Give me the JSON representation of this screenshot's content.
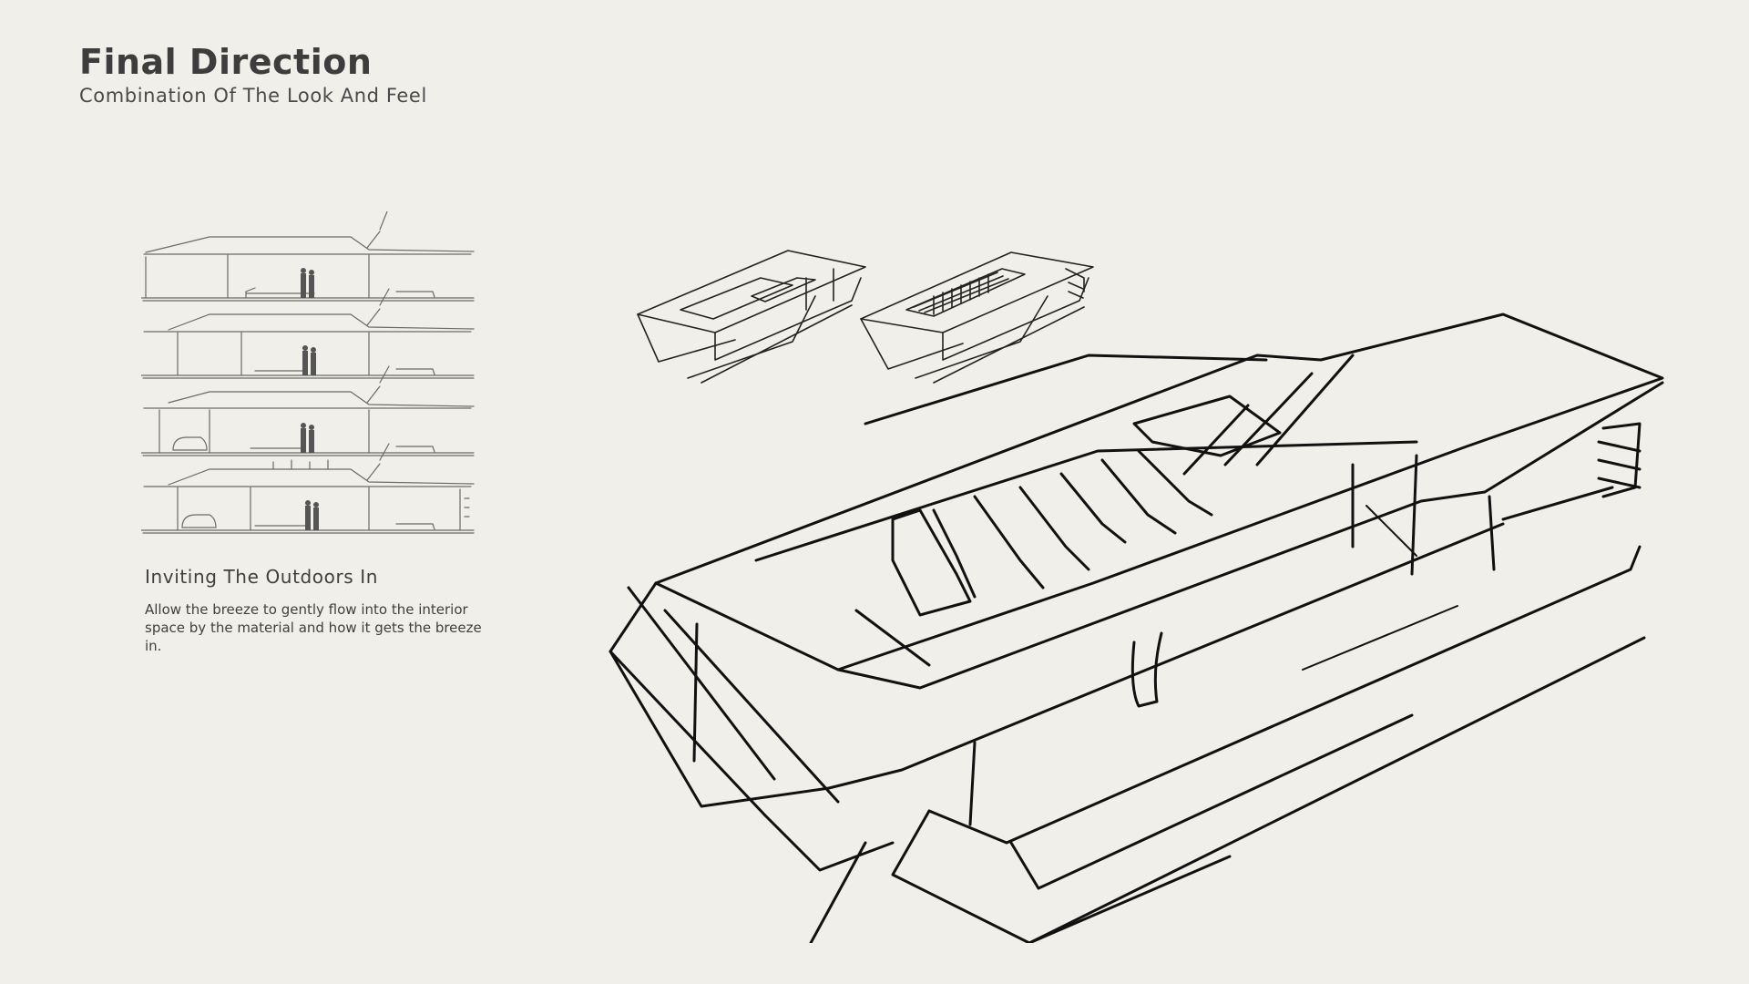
{
  "header": {
    "title": "Final Direction",
    "subtitle": "Combination Of The Look And Feel"
  },
  "section": {
    "heading": "Inviting The Outdoors In",
    "body": "Allow the breeze to gently flow into the interior space by the material and how it gets the breeze in."
  },
  "colors": {
    "background": "#f1efe9",
    "ink": "#111111",
    "pencil": "#6a6a6a",
    "text": "#3d3d3d"
  }
}
